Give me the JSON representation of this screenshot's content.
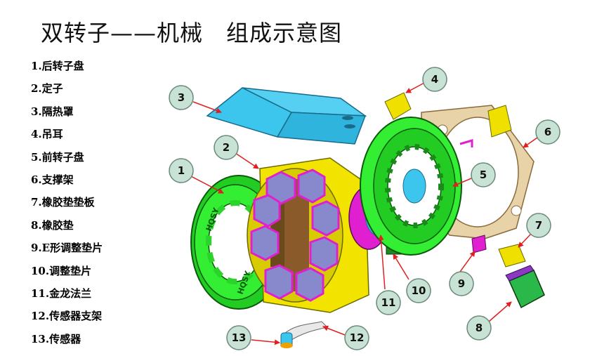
{
  "title": "双转子——机械　组成示意图",
  "legend": [
    "1.后转子盘",
    "2.定子",
    "3.隔热罩",
    "4.吊耳",
    "5.前转子盘",
    "6.支撑架",
    "7.橡胶垫垫板",
    "8.橡胶垫",
    "9.E形调整垫片",
    "10.调整垫片",
    "11.金龙法兰",
    "12.传感器支架",
    "13.传感器"
  ],
  "callouts": [
    "1",
    "2",
    "3",
    "4",
    "5",
    "6",
    "7",
    "8",
    "9",
    "10",
    "11",
    "12",
    "13"
  ],
  "rotor_marking": "HQSY",
  "colors": {
    "rotor": "#33ee33",
    "stator_frame": "#f2e400",
    "stator_pole": "#8888cc",
    "magenta": "#e020d0",
    "shield": "#3cc6ee",
    "bracket": "#e8d2a8",
    "lug": "#f0e000",
    "callout_fill": "#c9e2d6",
    "arrow": "#e02020"
  }
}
